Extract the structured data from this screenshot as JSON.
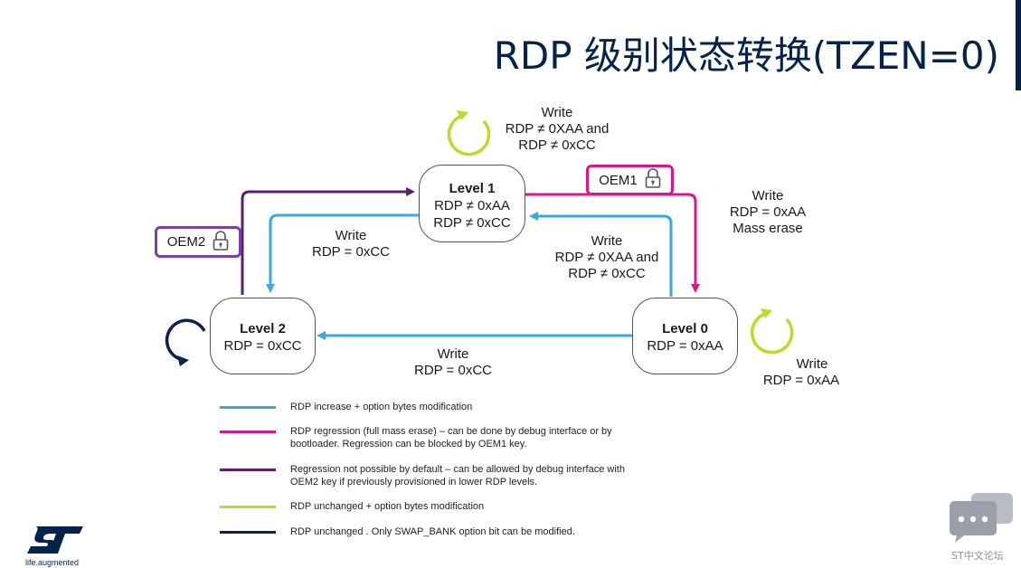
{
  "title": "RDP 级别状态转换(TZEN=0)",
  "colors": {
    "increase": "#3aa8dc",
    "regression": "#d6198a",
    "oem2": "#5b1f6b",
    "unchanged_light": "#c5d62a",
    "unchanged_dark": "#0a2350",
    "title": "#03234b"
  },
  "states": {
    "level1": {
      "name": "Level 1",
      "line1": "RDP ≠ 0xAA",
      "line2": "RDP  ≠ 0xCC"
    },
    "level2": {
      "name": "Level 2",
      "line1": "RDP = 0xCC"
    },
    "level0": {
      "name": "Level 0",
      "line1": "RDP = 0xAA"
    }
  },
  "oem": {
    "oem1": {
      "label": "OEM1",
      "icon": "lock-icon"
    },
    "oem2": {
      "label": "OEM2",
      "icon": "lock-icon"
    }
  },
  "transitions": {
    "l1_self": {
      "l1": "Write",
      "l2": "RDP ≠ 0XAA and",
      "l3": "RDP ≠ 0xCC"
    },
    "l1_to_l0": {
      "l1": "Write",
      "l2": "RDP = 0xAA",
      "l3": "Mass erase"
    },
    "l1_to_l2": {
      "l1": "Write",
      "l2": "RDP = 0xCC"
    },
    "l0_to_l1": {
      "l1": "Write",
      "l2": "RDP ≠ 0XAA and",
      "l3": "RDP ≠ 0xCC"
    },
    "l0_to_l2": {
      "l1": "Write",
      "l2": "RDP = 0xCC"
    },
    "l0_self": {
      "l1": "Write",
      "l2": "RDP = 0xAA"
    }
  },
  "legend": [
    {
      "color": "#3aa8dc",
      "text": "RDP increase  + option bytes modification"
    },
    {
      "color": "#d6198a",
      "text": "RDP regression (full mass erase) – can be done by debug interface or by bootloader. Regression can be blocked by OEM1 key."
    },
    {
      "color": "#5b1f6b",
      "text": "Regression not possible by default – can be allowed by debug interface with OEM2 key if previously provisioned in lower RDP levels."
    },
    {
      "color": "#c5d62a",
      "text": "RDP unchanged + option bytes modification"
    },
    {
      "color": "#0a2350",
      "text": "RDP unchanged . Only SWAP_BANK option bit can be modified."
    }
  ],
  "footer": {
    "logo": "ST",
    "tagline": "life.augmented",
    "forum_label": "ST中文论坛",
    "forum_icon": "chat-bubbles-icon"
  }
}
